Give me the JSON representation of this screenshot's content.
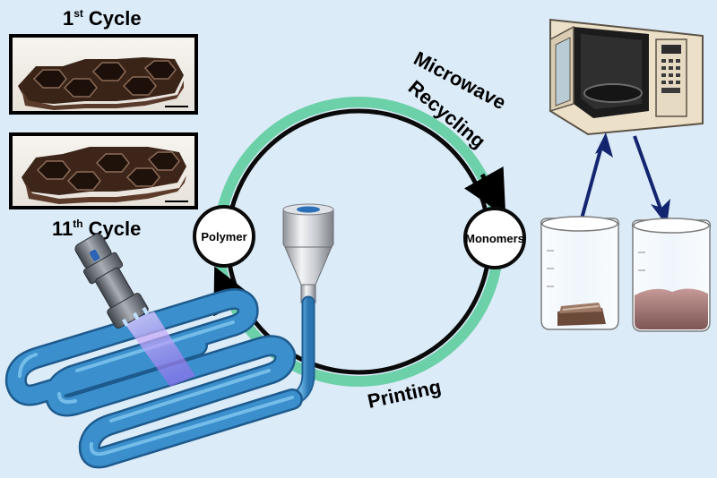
{
  "labels": {
    "cycle_first_num": "1",
    "cycle_first_sup": "st",
    "cycle_first_word": "Cycle",
    "cycle_last_num": "11",
    "cycle_last_sup": "th",
    "cycle_last_word": "Cycle",
    "microwave": "Microwave",
    "recycling": "Recycling",
    "printing": "Printing",
    "polymer": "Polymer",
    "monomers": "Monomers"
  },
  "colors": {
    "background": "#dcebf8",
    "ring_outer": "#6cd0a8",
    "ring_inner": "#0a0a0a",
    "filament": "#3b8fcc",
    "arrow": "#13256e",
    "uv_light": "#b48cf0"
  },
  "icons": {
    "microwave": "microwave-oven-icon",
    "beaker_left": "beaker-icon",
    "beaker_right": "beaker-icon",
    "nozzle": "print-nozzle-icon",
    "uv_torch": "uv-flashlight-icon"
  }
}
